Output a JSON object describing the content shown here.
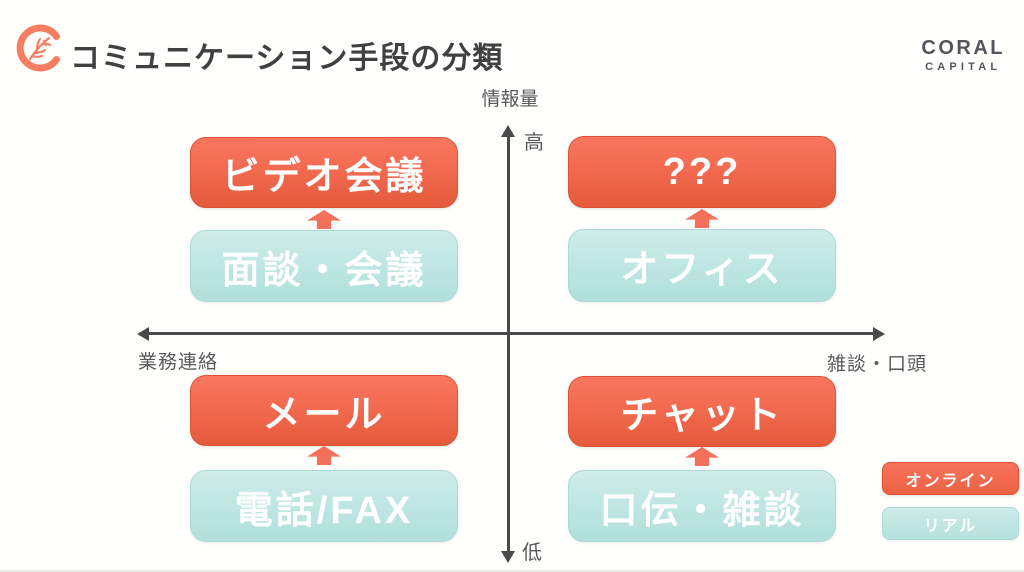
{
  "header": {
    "title": "コミュニケーション手段の分類",
    "brand_line1": "CORAL",
    "brand_line2": "CAPITAL"
  },
  "axes": {
    "y_label": "情報量",
    "y_high": "高",
    "y_low": "低",
    "x_left": "業務連絡",
    "x_right": "雑談・口頭"
  },
  "quadrants": [
    {
      "position": "top-left",
      "online": "ビデオ会議",
      "real": "面談・会議"
    },
    {
      "position": "top-right",
      "online": "???",
      "real": "オフィス"
    },
    {
      "position": "bottom-left",
      "online": "メール",
      "real": "電話/FAX"
    },
    {
      "position": "bottom-right",
      "online": "チャット",
      "real": "口伝・雑談"
    }
  ],
  "legend": {
    "online": "オンライン",
    "real": "リアル"
  },
  "colors": {
    "online_accent": "#f26a50",
    "online_gradient_bottom": "#e45a3b",
    "real_accent": "#c0e7e3",
    "axis": "#4a4a4a",
    "label_gray": "#595959",
    "title_gray": "#3f4040",
    "brand_gray": "#54555a",
    "logo_coral": "#f87e61"
  }
}
